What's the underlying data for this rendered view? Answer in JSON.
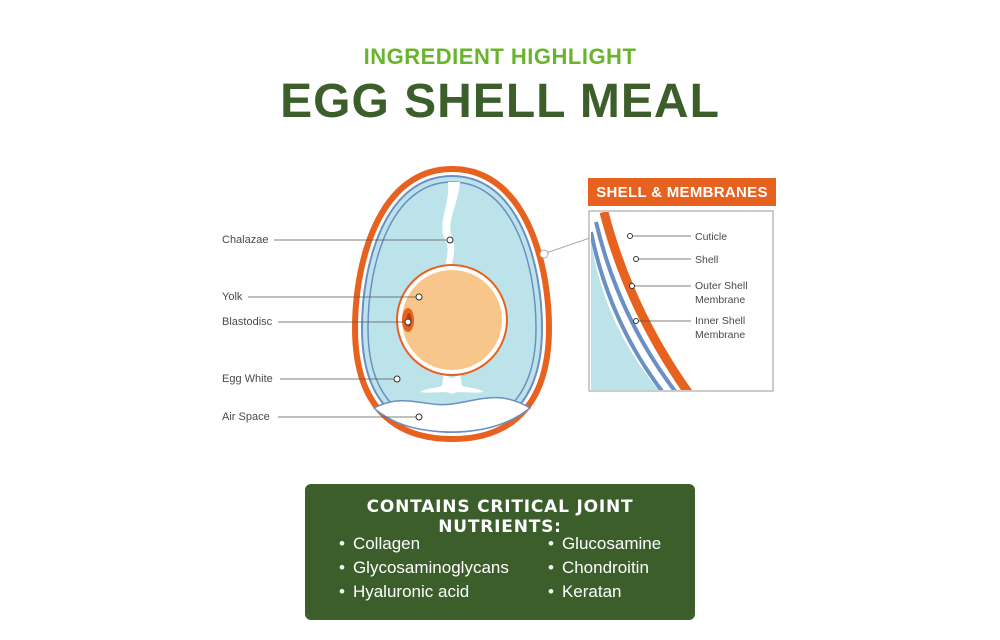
{
  "header": {
    "eyebrow": "INGREDIENT HIGHLIGHT",
    "title": "EGG SHELL MEAL"
  },
  "colors": {
    "eyebrow": "#6ab42d",
    "title": "#3b5e2b",
    "shell_orange": "#e8621f",
    "membrane_blue": "#6a8fc4",
    "white_fill": "#bde3ea",
    "yolk_fill": "#f8c68a",
    "panel_green": "#3b5e2b"
  },
  "egg": {
    "labels": {
      "chalazae": "Chalazae",
      "yolk": "Yolk",
      "blastodisc": "Blastodisc",
      "egg_white": "Egg White",
      "air_space": "Air Space"
    }
  },
  "shell_panel": {
    "title": "SHELL & MEMBRANES",
    "labels": {
      "cuticle": "Cuticle",
      "shell": "Shell",
      "outer_1": "Outer Shell",
      "outer_2": "Membrane",
      "inner_1": "Inner Shell",
      "inner_2": "Membrane"
    }
  },
  "nutrients": {
    "heading": "CONTAINS CRITICAL JOINT NUTRIENTS:",
    "left": [
      "Collagen",
      "Glycosaminoglycans",
      "Hyaluronic acid"
    ],
    "right": [
      "Glucosamine",
      "Chondroitin",
      "Keratan"
    ]
  }
}
